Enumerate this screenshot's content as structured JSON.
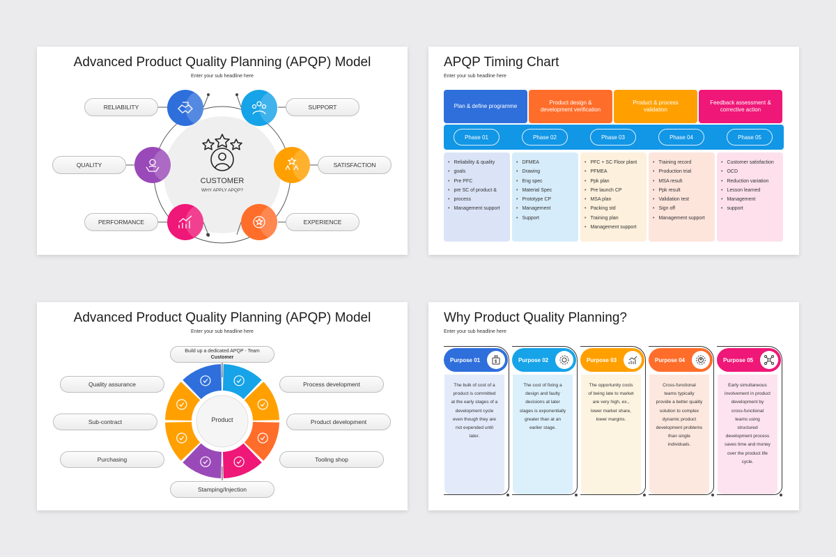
{
  "slide1": {
    "title": "Advanced Product Quality Planning (APQP) Model",
    "subtitle": "Enter your sub headline here",
    "center_title": "CUSTOMER",
    "center_sub": "WHY APPLY APQP?",
    "labels": {
      "reliability": "RELIABILITY",
      "quality": "QUALITY",
      "performance": "PERFORMANCE",
      "support": "SUPPORT",
      "satisfaction": "SATISFACTION",
      "experience": "EXPERIENCE"
    },
    "colors": {
      "blue": "#2f6fdc",
      "cyan": "#16a3e8",
      "purple": "#9a4ab8",
      "orange": "#ffa000",
      "pink": "#ef1778",
      "red_orange": "#ff6d2a"
    },
    "icons": [
      "handshake-icon",
      "team-icon",
      "hand-coin-icon",
      "stars-hand-icon",
      "growth-chart-icon",
      "rating-icon"
    ]
  },
  "slide2": {
    "title": "APQP Timing Chart",
    "subtitle": "Enter your sub headline here",
    "phases": [
      {
        "header": "Plan & define programme",
        "pill": "Phase 01",
        "items": [
          "Reliability & quality",
          "goals",
          "Pre PFC",
          "pre SC of product &",
          "process",
          "Management support"
        ]
      },
      {
        "header": "Product design & development verification",
        "pill": "Phase 02",
        "items": [
          "DFMEA",
          "Drawing",
          "Eng spec",
          "Material Spec",
          "Prototype CP",
          "Management",
          "Support"
        ]
      },
      {
        "header": "Product & process validation",
        "pill": "Phase 03",
        "items": [
          "PFC + SC Floor plant",
          "PFMEA",
          "Ppk plan",
          "Pre launch CP",
          "MSA plan",
          "Packing std",
          "Training plan",
          "Management support"
        ]
      },
      {
        "header": "Feedback assessment & corrective action",
        "pill": "Phase 04",
        "items": [
          "Training record",
          "Production trial",
          "MSA result",
          "Ppk result",
          "Validation test",
          "Sign off",
          "Management support"
        ]
      },
      {
        "header": "",
        "pill": "Phase 05",
        "items": [
          "Customer satisfaction",
          "OCD",
          "Reduction variation",
          "Lesson learned",
          "Management",
          "support"
        ]
      }
    ],
    "colors": {
      "bar": "#1296e6",
      "h1": "#2f6fdc",
      "h2": "#ff6d2a",
      "h3": "#ffa000",
      "h4": "#ef1778",
      "b1": "#dbe4f7",
      "b2": "#d6ecfa",
      "b3": "#fdf0dc",
      "b4": "#fde5dc",
      "b5": "#fde0ec"
    }
  },
  "slide3": {
    "title": "Advanced Product Quality Planning (APQP) Model",
    "subtitle": "Enter your sub headline here",
    "center": "Product",
    "top_label_line1": "Build up a dedicated APQP - Team",
    "top_label_line2": "Customer",
    "bottom_label": "Stamping/Injection",
    "left_labels": [
      "Quality assurance",
      "Sub-contract",
      "Purchasing"
    ],
    "right_labels": [
      "Process development",
      "Product development",
      "Tooling shop"
    ],
    "icons": [
      "badge-check-icon",
      "gears-icon",
      "clipboard-check-icon",
      "box-gear-icon",
      "check-circle-icon",
      "cart-icon",
      "handshake-icon",
      "settings-doc-icon"
    ]
  },
  "slide4": {
    "title": "Why Product Quality Planning?",
    "subtitle": "Enter your sub headline here",
    "purposes": [
      {
        "label": "Purpose 01",
        "icon": "money-bag-icon",
        "text": [
          "The bulk of cost of a",
          "product is committed",
          "at the early stages of a",
          "development cycle",
          "even though they are",
          "not expended until",
          "later."
        ]
      },
      {
        "label": "Purpose 02",
        "icon": "gear-cycle-icon",
        "text": [
          "The cost of fixing a",
          "design and faulty",
          "decisions at later",
          "stages is exponentially",
          "greater than at an",
          "earlier stage."
        ]
      },
      {
        "label": "Purpose 03",
        "icon": "growth-icon",
        "text": [
          "The opportunity costs",
          "of being late to market",
          "are very high, ex.,",
          "lower market share,",
          "lower margins."
        ]
      },
      {
        "label": "Purpose 04",
        "icon": "team-gear-icon",
        "text": [
          "Cross-functional",
          "teams typically",
          "provide a better quality",
          "solution to complex",
          "dynamic product",
          "development problems",
          "than single",
          "individuals."
        ]
      },
      {
        "label": "Purpose 05",
        "icon": "network-icon",
        "text": [
          "Early simultaneous",
          "involvement in product",
          "development by",
          "cross-functional",
          "teams using",
          "structured",
          "development process",
          "saves time and money",
          "over the product life",
          "cycle."
        ]
      }
    ],
    "colors": {
      "p1": "#2f6fdc",
      "p2": "#16a3e8",
      "p3": "#ffa000",
      "p4": "#ff6d2a",
      "p5": "#ef1778",
      "b1": "#e3ebfa",
      "b2": "#dcf0fb",
      "b3": "#fdf3e1",
      "b4": "#fde8df",
      "b5": "#fde3ef"
    }
  }
}
